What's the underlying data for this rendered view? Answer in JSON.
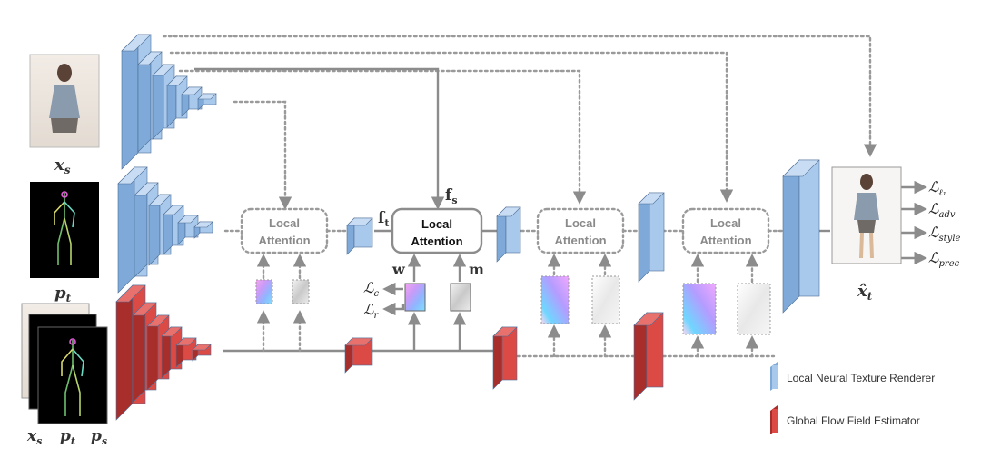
{
  "colors": {
    "renderer": "#a9c9ec",
    "renderer_side": "#7ea9d8",
    "estimator": "#dc4a45",
    "estimator_side": "#a82e2c",
    "connector": "#8c8c8c"
  },
  "inputs": {
    "source_label_base": "x",
    "source_label_sub": "s",
    "target_pose_label_base": "p",
    "target_pose_label_sub": "t",
    "stack_labels": [
      {
        "base": "x",
        "sub": "s"
      },
      {
        "base": "p",
        "sub": "t"
      },
      {
        "base": "p",
        "sub": "s"
      }
    ]
  },
  "attention": {
    "local_label_line1": "Local",
    "local_label_line2": "Attention",
    "center_label_line1": "Local",
    "center_label_line2": "Attention"
  },
  "features": {
    "ft_base": "f",
    "ft_sub": "t",
    "fs_base": "f",
    "fs_sub": "s",
    "w": "w",
    "m": "m"
  },
  "losses_left": [
    {
      "base": "ℒ",
      "sub": "c"
    },
    {
      "base": "ℒ",
      "sub": "r"
    }
  ],
  "output": {
    "label_base": "x̂",
    "label_sub": "t",
    "losses": [
      {
        "base": "ℒ",
        "sub": "ℓ₁"
      },
      {
        "base": "ℒ",
        "sub": "adv"
      },
      {
        "base": "ℒ",
        "sub": "style"
      },
      {
        "base": "ℒ",
        "sub": "prec"
      }
    ]
  },
  "legend": {
    "renderer_label": "Local Neural Texture Renderer",
    "estimator_label": "Global Flow Field Estimator"
  }
}
